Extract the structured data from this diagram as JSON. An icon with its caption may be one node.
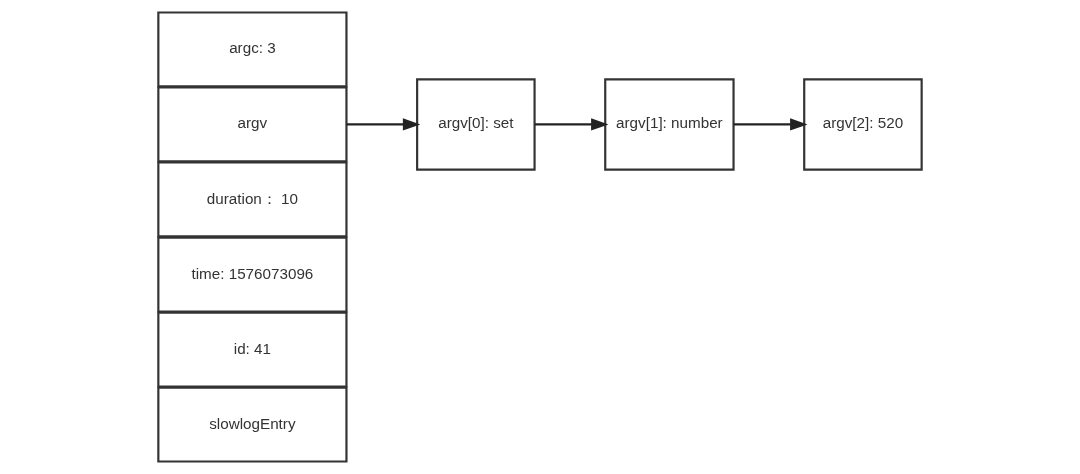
{
  "diagram": {
    "nodes": [
      {
        "text": [
          "slowlogEntry"
        ]
      },
      {
        "text": [
          "id: 41"
        ]
      },
      {
        "text": [
          "time: 1576073096"
        ]
      },
      {
        "text": [
          "duration： 10"
        ]
      },
      {
        "text": [
          "argv"
        ]
      },
      {
        "text": [
          "argc: 3"
        ]
      },
      {
        "text": [
          "argv[0]: set"
        ]
      },
      {
        "text": [
          "argv[1]: number"
        ]
      },
      {
        "text": [
          "argv[2]: 520"
        ]
      }
    ],
    "edges": [
      {
        "from": 4,
        "to": 6,
        "arrow": "to"
      },
      {
        "from": 6,
        "to": 7,
        "arrow": "to"
      },
      {
        "from": 7,
        "to": 8,
        "arrow": "to"
      }
    ]
  }
}
